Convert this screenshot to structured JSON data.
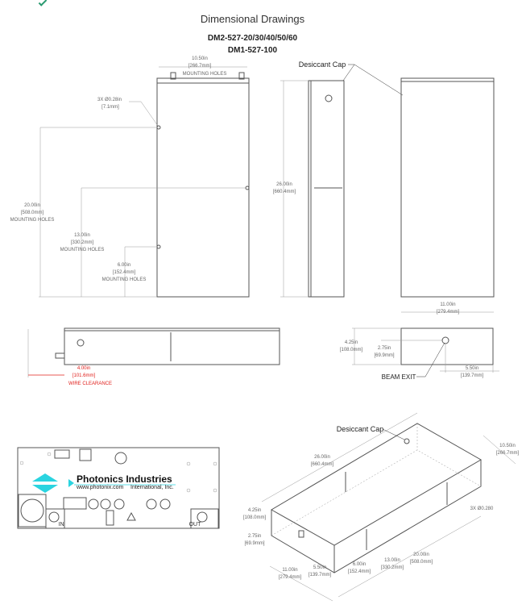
{
  "header": {
    "title": "Dimensional Drawings",
    "models": [
      "DM2-527-20/30/40/50/60",
      "DM1-527-100"
    ]
  },
  "top_view": {
    "width": [
      "10.50in",
      "[266.7mm]",
      "MOUNTING HOLES"
    ],
    "holes": [
      "3X  Ø0.28in",
      "[7.1mm]"
    ],
    "dim20": [
      "20.00in",
      "[508.0mm]",
      "MOUNTING HOLES"
    ],
    "dim13": [
      "13.00in",
      "[330.2mm]",
      "MOUNTING HOLES"
    ],
    "dim6": [
      "6.00in",
      "[152.4mm]",
      "MOUNTING HOLES"
    ]
  },
  "side_view": {
    "length": [
      "26.00in",
      "[660.4mm]"
    ],
    "desiccant": "Desiccant Cap"
  },
  "back_view": {
    "width": [
      "11.00in",
      "[279.4mm]"
    ]
  },
  "bottom_view": {
    "clearance": [
      "4.00in",
      "[101.6mm]",
      "WIRE CLEARANCE"
    ],
    "clearance_color": "#e0201c"
  },
  "end_view": {
    "height": [
      "4.25in",
      "[108.0mm]"
    ],
    "beam_height": [
      "2.75in",
      "[69.9mm]"
    ],
    "beam_exit": "BEAM EXIT",
    "offset": [
      "5.50in",
      "[139.7mm]"
    ]
  },
  "front_panel": {
    "brand": "Photonics Industries",
    "url": "www.photonix.com",
    "company": "International, Inc.",
    "in": "IN",
    "out": "OUT"
  },
  "iso_view": {
    "desiccant": "Desiccant Cap",
    "length": [
      "26.00in",
      "[660.4mm]"
    ],
    "width": [
      "10.50in",
      "[266.7mm]"
    ],
    "height": [
      "4.25in",
      "[108.0mm]"
    ],
    "beam": [
      "2.75in",
      "[69.9mm]"
    ],
    "holes": "3X  Ø0.280",
    "d11": [
      "11.00in",
      "[279.4mm]"
    ],
    "d55": [
      "5.50in",
      "[139.7mm]"
    ],
    "d6": [
      "6.00in",
      "[152.4mm]"
    ],
    "d13": [
      "13.00in",
      "[330.2mm]"
    ],
    "d20": [
      "20.00in",
      "[508.0mm]"
    ]
  }
}
